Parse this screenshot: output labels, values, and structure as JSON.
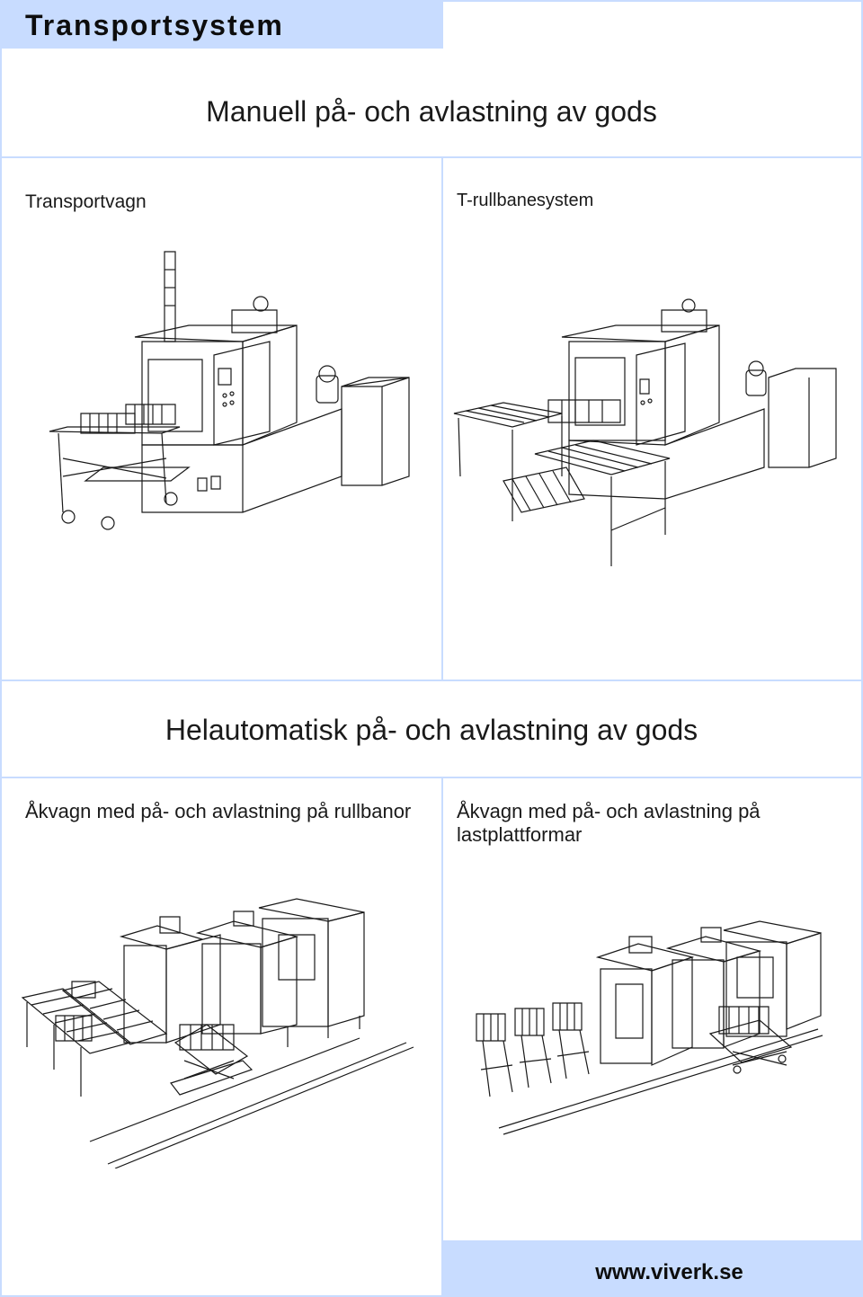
{
  "header": {
    "title": "Transportsystem"
  },
  "section_manual": {
    "heading": "Manuell på- och avlastning av gods",
    "left_caption": "Transportvagn",
    "right_caption": "T-rullbanesystem"
  },
  "section_auto": {
    "heading": "Helautomatisk på- och avlastning av gods",
    "left_caption": "Åkvagn med på- och avlastning på rullbanor",
    "right_caption": "Åkvagn med på- och avlastning på lastplattformar"
  },
  "footer": {
    "url": "www.viverk.se"
  },
  "colors": {
    "accent": "#c8dcff",
    "line": "#1a1a1a"
  }
}
